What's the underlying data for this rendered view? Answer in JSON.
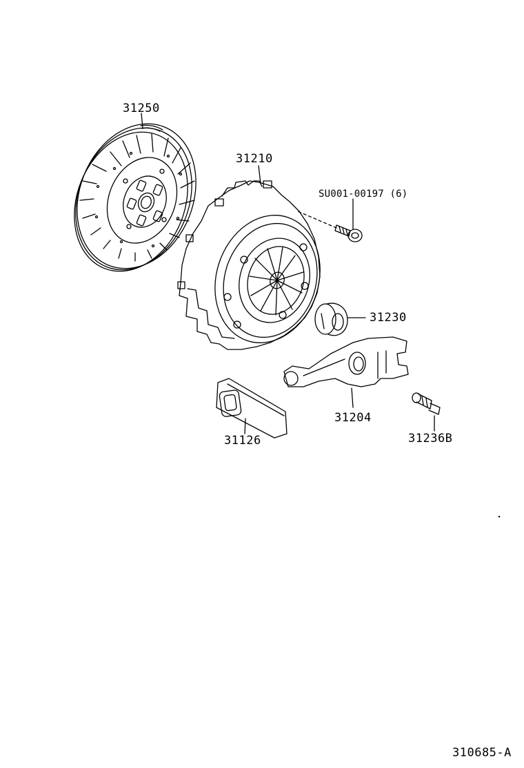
{
  "diagram": {
    "parts": [
      {
        "id": "clutch-disc",
        "number": "31250"
      },
      {
        "id": "clutch-cover",
        "number": "31210"
      },
      {
        "id": "bolt",
        "number": "SU001-00197 (6)"
      },
      {
        "id": "release-bearing",
        "number": "31230"
      },
      {
        "id": "release-fork",
        "number": "31204"
      },
      {
        "id": "fork-boot",
        "number": "31126"
      },
      {
        "id": "pivot-stud",
        "number": "31236B"
      }
    ],
    "figure_code": "310685-A"
  },
  "colors": {
    "ink": "#000000",
    "paper": "#ffffff"
  }
}
